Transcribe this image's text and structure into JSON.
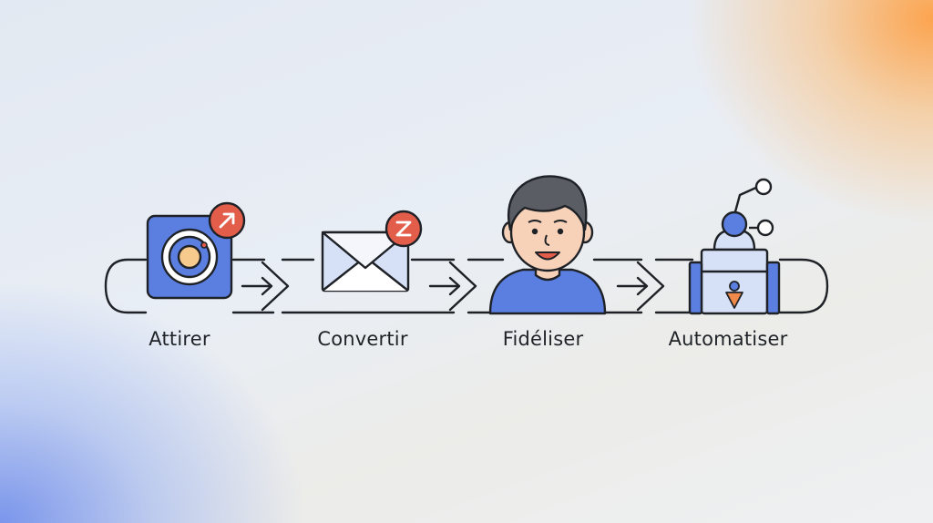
{
  "steps": [
    {
      "label": "Attirer",
      "icon": "camera-lens-icon",
      "badge_icon": "arrow-up-right-icon"
    },
    {
      "label": "Convertir",
      "icon": "envelope-icon",
      "badge_icon": "letter-z-icon"
    },
    {
      "label": "Fidéliser",
      "icon": "smiling-person-icon"
    },
    {
      "label": "Automatiser",
      "icon": "robot-icon"
    }
  ],
  "colors": {
    "outline": "#1e2126",
    "blue": "#5b7fe0",
    "light_blue": "#d6e1f7",
    "red_badge": "#e35d4b",
    "skin": "#f7d2b8",
    "hair": "#5a5d63",
    "accent_orange": "#f0894a"
  }
}
